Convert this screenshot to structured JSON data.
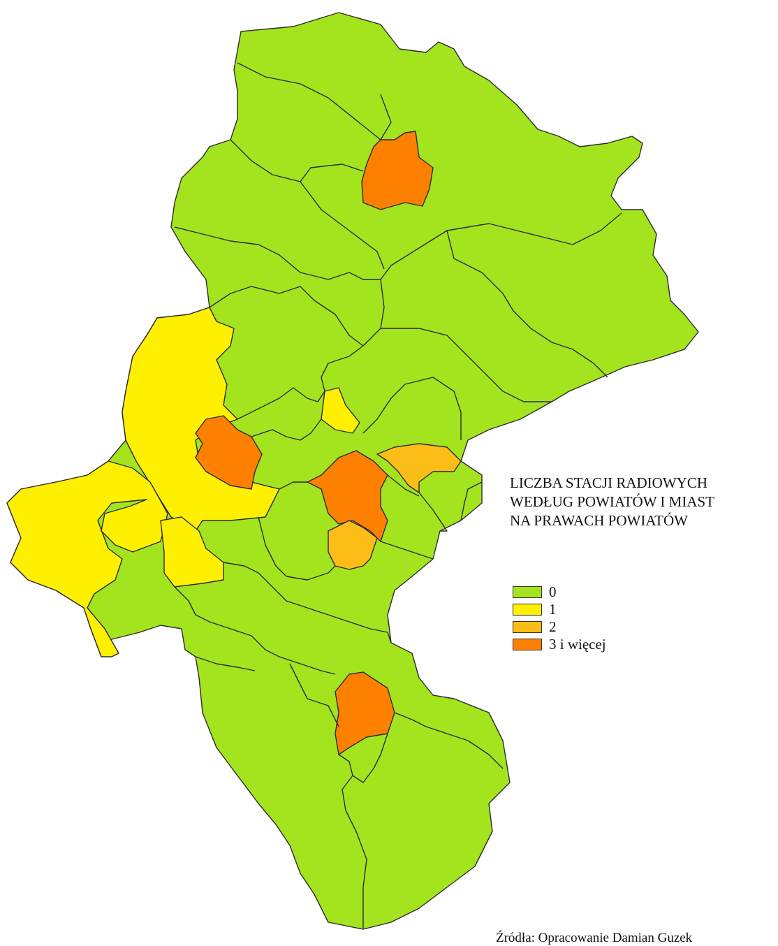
{
  "title_lines": [
    "LICZBA STACJI RADIOWYCH",
    "WEDŁUG POWIATÓW I MIAST",
    "NA PRAWACH POWIATÓW"
  ],
  "legend": [
    {
      "label": "0",
      "color": "#a3e41f"
    },
    {
      "label": "1",
      "color": "#fef000"
    },
    {
      "label": "2",
      "color": "#fcbd16"
    },
    {
      "label": "3 i więcej",
      "color": "#fd8000"
    }
  ],
  "source": "Źródła: Opracowanie Damian Guzek",
  "colors": {
    "border": "#2b2b2b",
    "background": "#ffffff"
  }
}
